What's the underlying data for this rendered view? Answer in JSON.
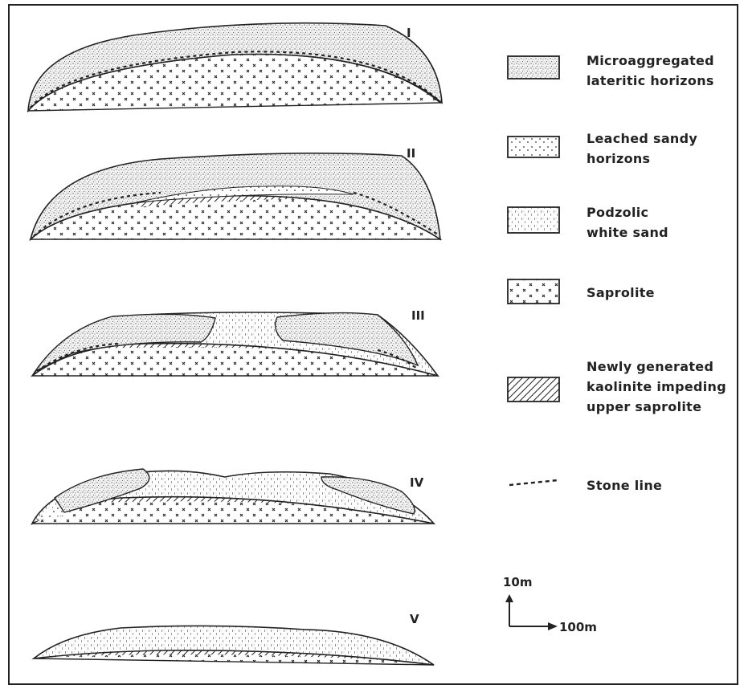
{
  "profiles": [
    {
      "label": "I"
    },
    {
      "label": "II"
    },
    {
      "label": "III"
    },
    {
      "label": "IV"
    },
    {
      "label": "V"
    }
  ],
  "legend": {
    "microaggregated": "Microaggregated\nlateritic horizons",
    "leached": "Leached sandy\nhorizons",
    "podzolic": "Podzolic\nwhite sand",
    "saprolite": "Saprolite",
    "kaolinite": "Newly generated\nkaolinite impeding\nupper saprolite",
    "stone_line": "Stone line"
  },
  "scale": {
    "vertical": "10m",
    "horizontal": "100m"
  },
  "colors": {
    "ink": "#222222",
    "background": "#ffffff"
  }
}
